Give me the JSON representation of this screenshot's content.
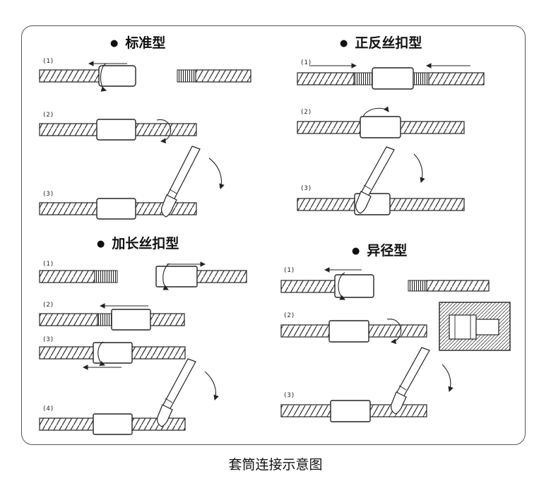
{
  "sections": {
    "standard": {
      "title": "标准型",
      "steps": [
        "(1)",
        "(2)",
        "(3)"
      ]
    },
    "reverse": {
      "title": "正反丝扣型",
      "steps": [
        "(1)",
        "(2)",
        "(3)"
      ]
    },
    "extended": {
      "title": "加长丝扣型",
      "steps": [
        "(1)",
        "(2)",
        "(3)",
        "(4)"
      ]
    },
    "reducer": {
      "title": "异径型",
      "steps": [
        "(1)",
        "(2)",
        "(3)"
      ]
    }
  },
  "caption": "套筒连接示意图",
  "colors": {
    "line": "#222222",
    "frame": "#555555",
    "background": "#ffffff"
  },
  "icons": [
    "rebar-rod",
    "threaded-end",
    "coupler-sleeve",
    "wrench-icon",
    "rotation-arrow-icon",
    "direction-arrow-icon"
  ]
}
